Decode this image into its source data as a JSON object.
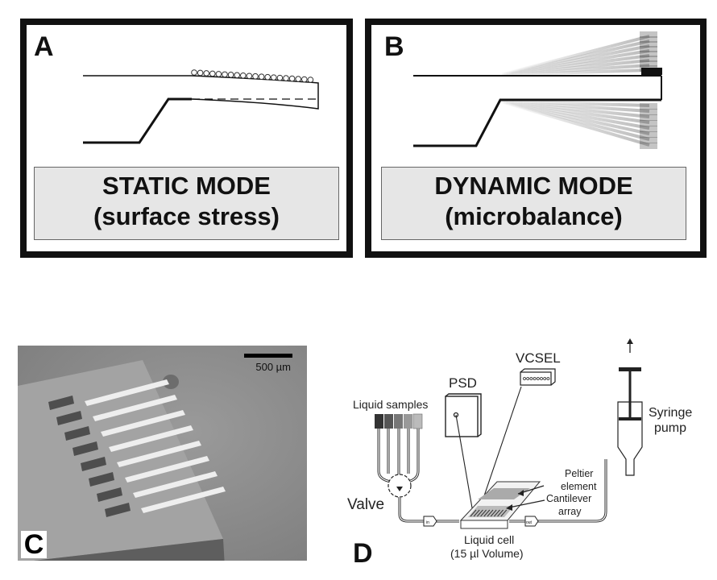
{
  "panels": {
    "a": {
      "label": "A",
      "caption_line1": "STATIC MODE",
      "caption_line2": "(surface stress)"
    },
    "b": {
      "label": "B",
      "caption_line1": "DYNAMIC MODE",
      "caption_line2": "(microbalance)"
    },
    "c": {
      "label": "C",
      "scale_bar": "500 µm",
      "cantilever_count": 8
    },
    "d": {
      "label": "D",
      "vcsel": "VCSEL",
      "psd": "PSD",
      "liquid_samples": "Liquid samples",
      "valve": "Valve",
      "syringe_line1": "Syringe",
      "syringe_line2": "pump",
      "peltier_line1": "Peltier",
      "peltier_line2": "element",
      "cantilever_line1": "Cantilever",
      "cantilever_line2": "array",
      "cell_line1": "Liquid cell",
      "cell_line2": "(15 µl Volume)",
      "in_label": "in",
      "out_label": "out"
    }
  },
  "colors": {
    "frame": "#111111",
    "caption_bg": "#e6e6e6",
    "sem_bg": "#8c8c8c"
  }
}
